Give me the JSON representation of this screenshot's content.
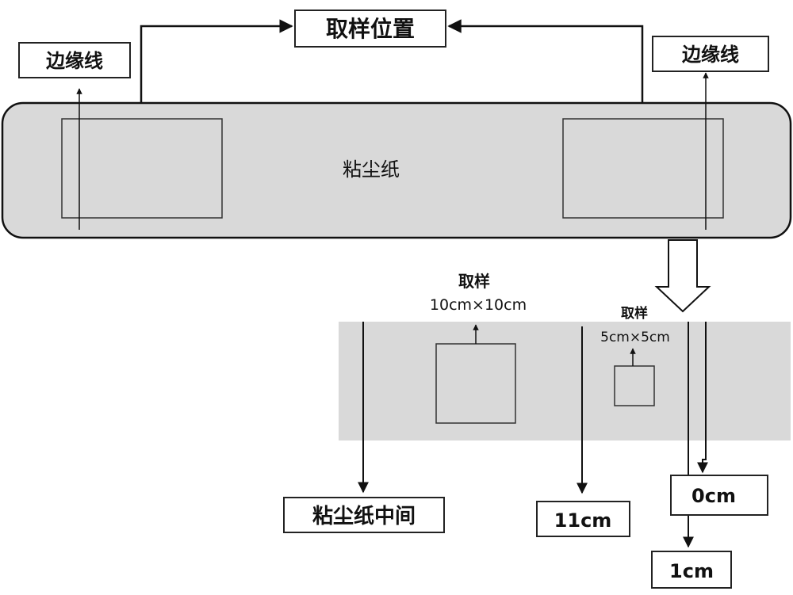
{
  "labels": {
    "sampling_position": "取样位置",
    "edge_line_left": "边缘线",
    "edge_line_right": "边缘线",
    "dust_paper": "粘尘纸",
    "sample_large_title": "取样",
    "sample_large_size": "10cm×10cm",
    "sample_small_title": "取样",
    "sample_small_size": "5cm×5cm",
    "dust_paper_middle": "粘尘纸中间",
    "pos_11cm": "11cm",
    "pos_0cm": "0cm",
    "pos_1cm": "1cm"
  },
  "colors": {
    "paper_fill": "#d9d9d9",
    "stroke": "#222222",
    "background": "#ffffff"
  }
}
